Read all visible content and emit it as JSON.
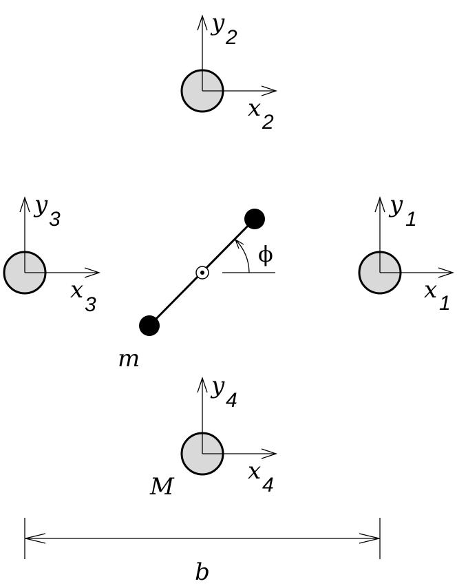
{
  "colors": {
    "primary_fill": "#d9d9d9",
    "mass_fill": "#000000",
    "line": "#000000"
  },
  "primaries": [
    {
      "x_axis": "x",
      "x_sub": "1",
      "y_axis": "y",
      "y_sub": "1"
    },
    {
      "x_axis": "x",
      "x_sub": "2",
      "y_axis": "y",
      "y_sub": "2"
    },
    {
      "x_axis": "x",
      "x_sub": "3",
      "y_axis": "y",
      "y_sub": "3"
    },
    {
      "x_axis": "x",
      "x_sub": "4",
      "y_axis": "y",
      "y_sub": "4"
    }
  ],
  "labels": {
    "small_mass": "m",
    "big_mass": "M",
    "angle": "ϕ",
    "distance": "b"
  }
}
